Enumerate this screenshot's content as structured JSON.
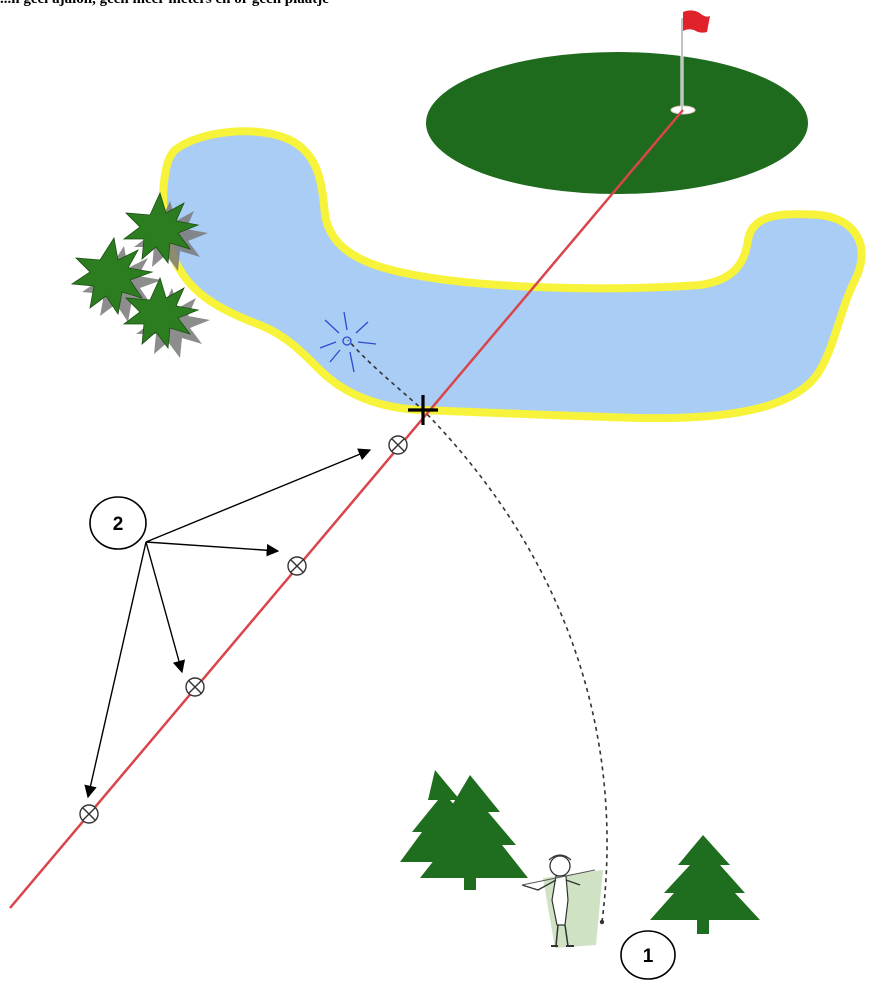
{
  "caption": "...n geel ajalon, geen meer meters en or geen plaatje",
  "labels": {
    "marker_1": "1",
    "marker_2": "2"
  },
  "colors": {
    "green_fill": "#1e6b1e",
    "water_fill": "#a9cdf4",
    "water_border": "#f7f23a",
    "flag": "#e0232a",
    "line_of_play": "#d9454a",
    "tree": "#1f6e1f",
    "palm": "#2c7d1f",
    "outline": "#000000"
  },
  "icons": [
    "flag-icon",
    "palm-tree-icon",
    "pine-tree-icon",
    "golfer-icon",
    "crosshair-icon",
    "splash-icon"
  ]
}
